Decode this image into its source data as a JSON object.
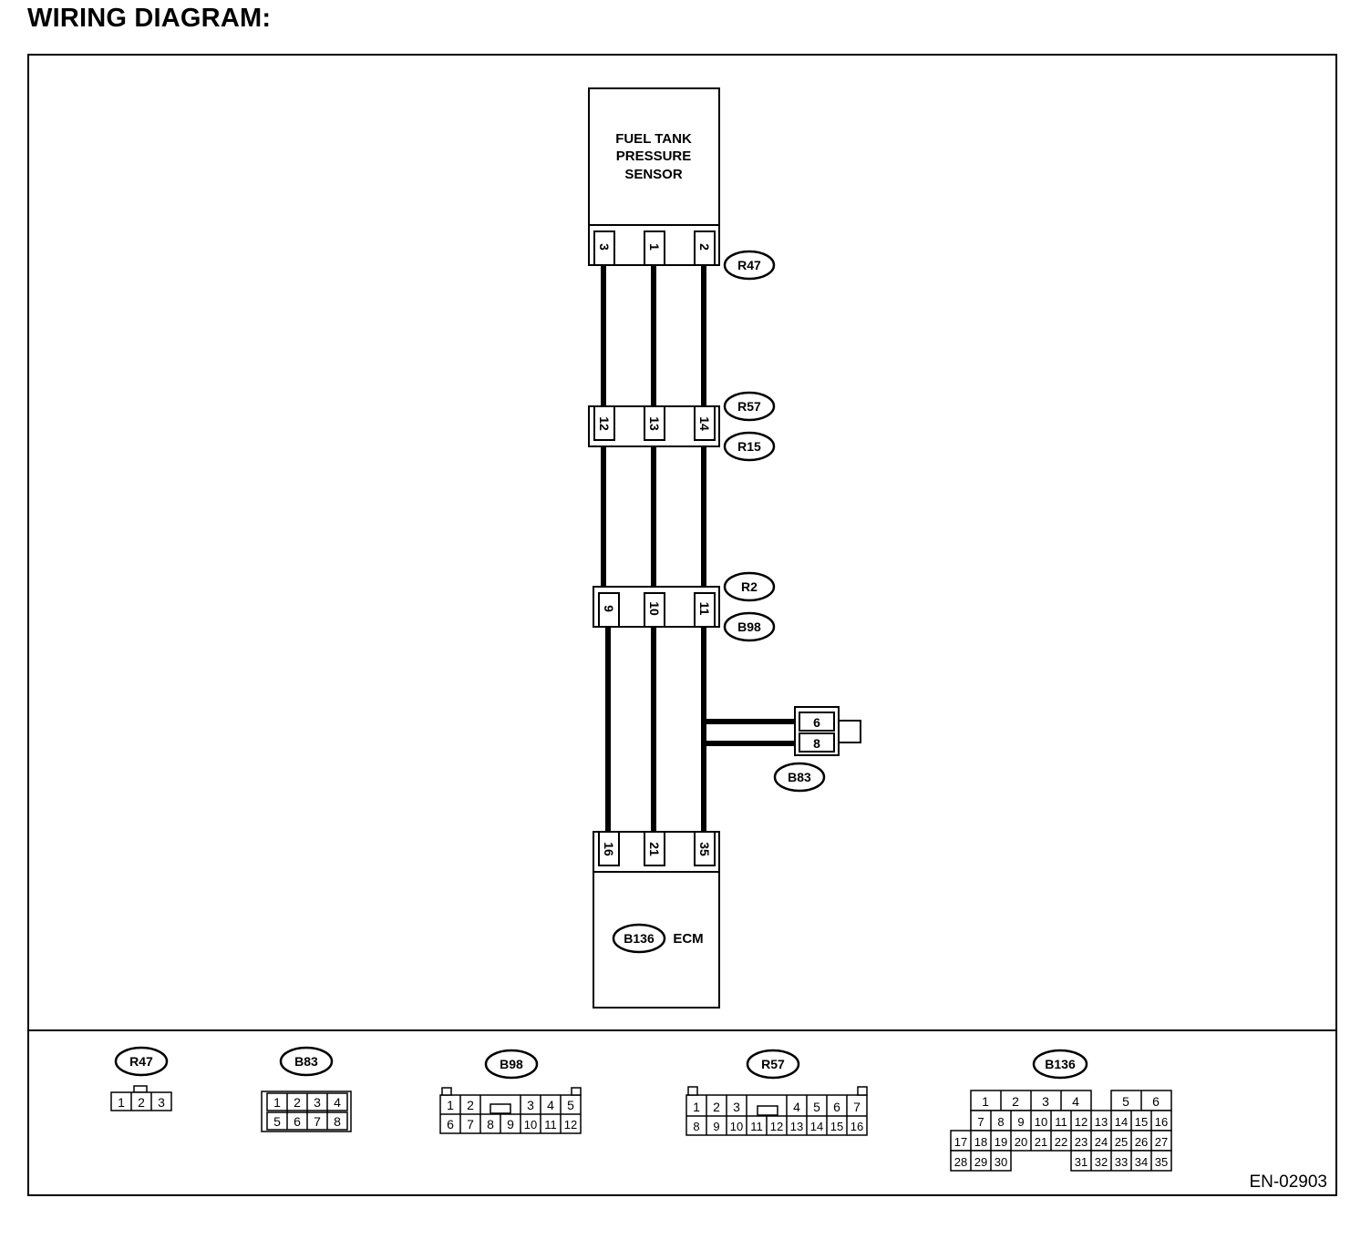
{
  "title": "WIRING DIAGRAM:",
  "figure_code": "EN-02903",
  "sensor": {
    "line1": "FUEL TANK",
    "line2": "PRESSURE",
    "line3": "SENSOR"
  },
  "ecm": {
    "connector": "B136",
    "label": "ECM"
  },
  "connectors": {
    "r47": {
      "id": "R47",
      "pins": [
        "3",
        "1",
        "2"
      ]
    },
    "r57_r15": {
      "top_id": "R57",
      "bottom_id": "R15",
      "pins": [
        "12",
        "13",
        "14"
      ]
    },
    "r2_b98": {
      "top_id": "R2",
      "bottom_id": "B98",
      "pins": [
        "9",
        "10",
        "11"
      ]
    },
    "b83": {
      "id": "B83",
      "pins": [
        "6",
        "8"
      ]
    },
    "b136": {
      "pins": [
        "16",
        "21",
        "35"
      ]
    }
  },
  "legend": {
    "r47": {
      "id": "R47",
      "rows": [
        [
          "1",
          "2",
          "3"
        ]
      ]
    },
    "b83": {
      "id": "B83",
      "rows": [
        [
          "1",
          "2",
          "3",
          "4"
        ],
        [
          "5",
          "6",
          "7",
          "8"
        ]
      ]
    },
    "b98": {
      "id": "B98",
      "rows": [
        [
          "1",
          "2",
          "",
          "3",
          "4",
          "5"
        ],
        [
          "6",
          "7",
          "8",
          "9",
          "10",
          "11",
          "12"
        ]
      ]
    },
    "r57": {
      "id": "R57",
      "rows": [
        [
          "1",
          "2",
          "3",
          "",
          "4",
          "5",
          "6",
          "7"
        ],
        [
          "8",
          "9",
          "10",
          "11",
          "12",
          "13",
          "14",
          "15",
          "16"
        ]
      ]
    },
    "b136": {
      "id": "B136",
      "rows": [
        [
          "1",
          "2",
          "3",
          "4",
          "",
          "5",
          "6"
        ],
        [
          "7",
          "8",
          "9",
          "10",
          "11",
          "12",
          "13",
          "14",
          "15",
          "16"
        ],
        [
          "17",
          "18",
          "19",
          "20",
          "21",
          "22",
          "23",
          "24",
          "25",
          "26",
          "27"
        ],
        [
          "28",
          "29",
          "30",
          "31",
          "32",
          "33",
          "34",
          "35"
        ]
      ]
    }
  }
}
